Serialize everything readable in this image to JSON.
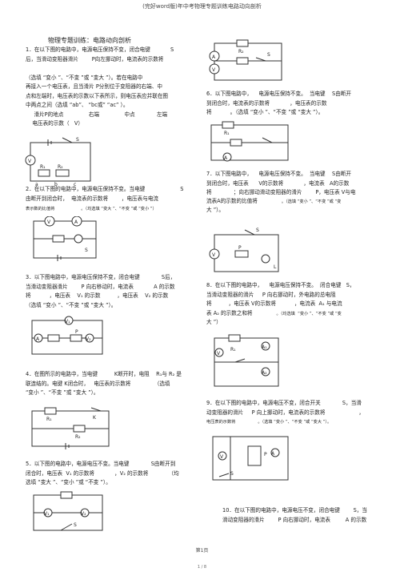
{
  "header": "(完好word版)年中考物理专题训练电路动向剖析",
  "title": "物理专题训练：电路动向剖析",
  "page_number": "第1页",
  "footer": "1 / 8",
  "left": {
    "q1": [
      "1．在以下图的电路中，电源电压保持不变，闭合电键            S",
      "后，当滑动变阻器滑片        P向左挪动时，电流表的示数将",
      "",
      "（选填 “变小 ”、“不变 ”或 “变大 ”）。若在电路中",
      "再接入一个电压表，且当滑片 P分别位于变阻器的右端、中",
      "点和左端时，电压表的示数以下表所示，则电压表应并联在图",
      "中两点之间（选填 “ab”、 “bc或” “ac” ）。",
      "     滑片P的地点               右端               中点             左端",
      "    电压表的示数（   V）"
    ],
    "q2": [
      "2．在以下图的电路中，电源电压保持不变。当电键                     S",
      "由断开到闭合时，  电流表的示数将        ，电压表与电流"
    ],
    "q2_small": "表示数的比值将                    。（均选填 “变大 ”、“不变 ”或 “变小 ”）",
    "q3": [
      "3．以下图电路中，电源电压保持不变，闭合电键             S后，",
      "当滑动变阻器滑片        P 向右移动时，电流表            A 的示数",
      "将           ，电压表    V₁ 的示数          ，电压表    V₂ 的示数",
      "（选填 “变小 ”、“不变 ”或 “变大 ”）。"
    ],
    "q4": [
      "4．在图所示的电路中，当电键          K断开时，电阻    R₁与 R₂ 是",
      "联连结的。电键 K闭合时，   电压表的示数将              （选填",
      "“变小 ”、“不变 ”或 “变大 ”）。"
    ],
    "q5": [
      "5．以下图的电路中，电源电压不变。当电键             S由断开到",
      "闭合时，电压表  V₁ 的示数将            ，V₂ 的示数将            （均",
      "选填 “变大 ”、“变小 ”或 “不变 ”）。"
    ]
  },
  "right": {
    "q6": [
      "6．以下图电路中，    电源电压保持不变。  当电键    S由断开",
      "到闭合时，电流表的示数将            ，电压表的示数",
      "将           。（选填 “变小 ”、“不变 ”或 “变大 ”）。"
    ],
    "q7": [
      "7．以下图电路中，    电源电压保持不变。  当电键    S由断开",
      "到闭合时，电压表      V的示数将            ，电流表   A的示数",
      "将             ；向右挪动滑动变阻器的滑片        P，电压表 V与电"
    ],
    "q7_line4": "流表A的示数的比值将",
    "q7_small": "。（选填 “变小 ”、“不变 ”或 “变",
    "q7_line5": "大 ”）。",
    "q8": [
      "8．在以下图的电路中，    电源电压保持不变。  闭合电键   S，",
      "当滑动变阻器的滑片     P 向右挪动时，外电路的总电阻",
      "将          ，电压表 V的示数将           ，电流表  A₁ 与电流"
    ],
    "q8_line4": "表 A₂ 的示数之和将",
    "q8_small": "。（均选填  “变小 ”、“不变 ”或 “变",
    "q8_line5": "大 ”）",
    "q9": [
      "9．在以下图的电路中，电源电压不变，闭合开关             S，当滑",
      "动变阻器的滑片     P 向上挪动时，电流表的示数将                    ，"
    ],
    "q9_small": "电压表的示数将                 。（选填 “变小 ”、“不变 ”或 “变大 ”）。",
    "q10": [
      "10．在以下图的电路中，电源电压不变，闭合电键        S，当",
      "滑动变阻器的滑片        P 向右挪动时，电流表         A 的示数"
    ]
  },
  "circuit_labels": {
    "a": "a",
    "b": "b",
    "c": "c",
    "S": "S",
    "P": "P",
    "V": "V",
    "A": "A",
    "V1": "V₁",
    "V2": "V₂",
    "A1": "A₁",
    "A2": "A₂",
    "R1": "R₁",
    "R2": "R₂",
    "K": "K",
    "L": "L"
  }
}
